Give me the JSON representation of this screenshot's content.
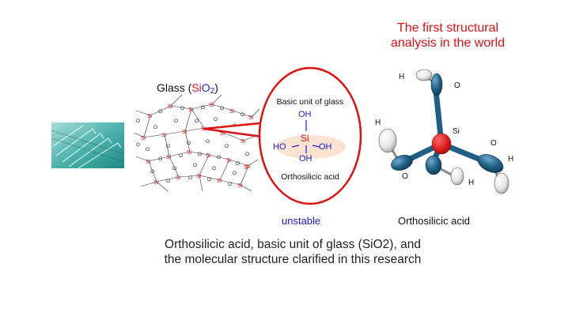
{
  "headline": {
    "line1": "The first structural",
    "line2": "analysis in the world"
  },
  "glass": {
    "label_prefix": "Glass (",
    "label_si": "Si",
    "label_o": "O",
    "label_sub": "2",
    "label_suffix": ")",
    "network_si": "Si",
    "network_o": "O",
    "network_s": "S"
  },
  "bubble": {
    "title": "Basic unit of glass",
    "caption": "Orthosilicic acid",
    "center_atom": "Si",
    "groups": {
      "top": "OH",
      "left": "HO",
      "right": "OH",
      "bottom": "OH"
    }
  },
  "status": {
    "unstable": "unstable"
  },
  "molecule": {
    "caption": "Orthosilicic acid",
    "labels": {
      "si": "Si",
      "o": "O",
      "h": "H"
    }
  },
  "caption": {
    "line1": "Orthosilicic acid, basic unit of glass (SiO2), and",
    "line2": "the molecular structure clarified in this research"
  },
  "colors": {
    "accent_red": "#e01010",
    "accent_blue": "#1a1adf",
    "atom_blue": "#1f5f86",
    "bubble_fill": "#fbe3d2"
  }
}
